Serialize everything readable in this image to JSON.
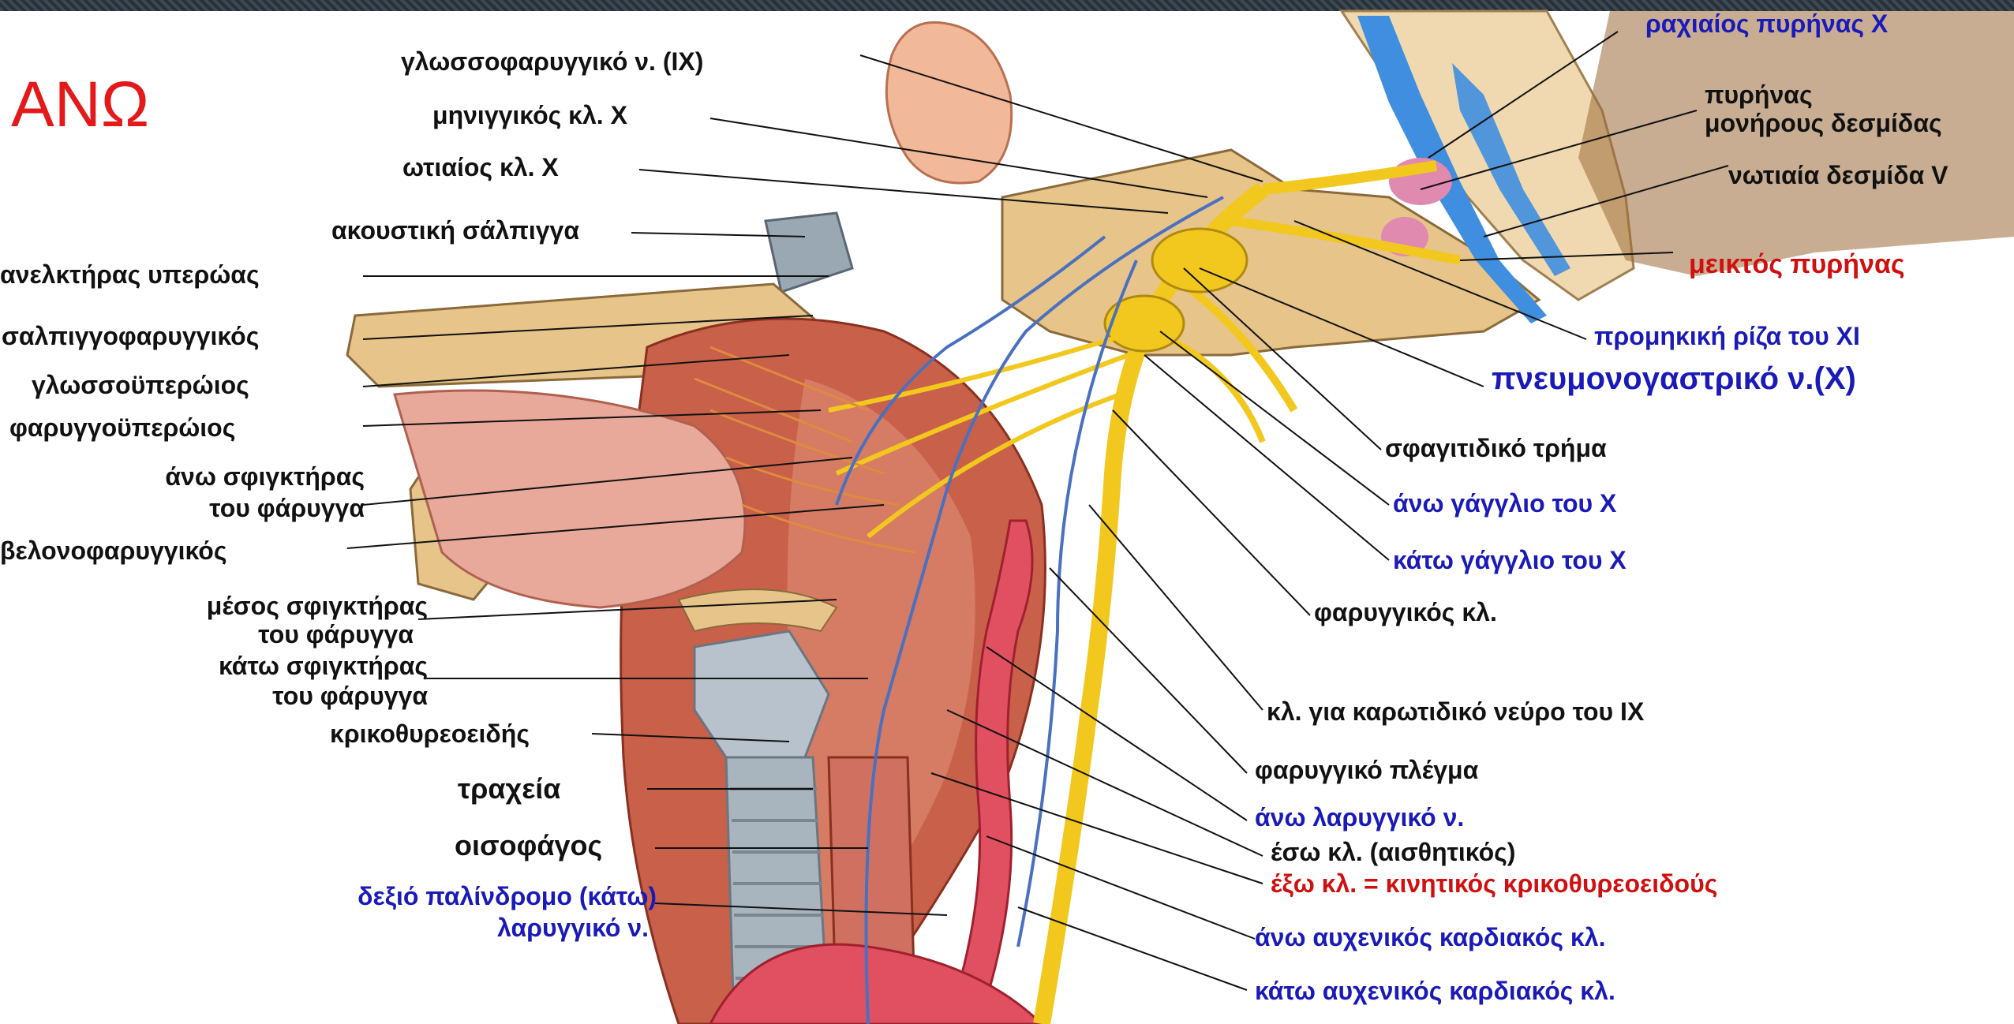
{
  "corner_label": "ΑΝΩ",
  "labels_left": {
    "glossopharyngeal": "γλωσσοφαρυγγικό ν. (IX)",
    "meningeal": "μηνιγγικός κλ. Χ",
    "auricular": "ωτιαίος κλ. Χ",
    "auditory_tube": "ακουστική σάλπιγγα",
    "levator_veli": "ανελκτήρας υπερώας",
    "salpingopharyngeus": "σαλπιγγοφαρυγγικός",
    "palatoglossus": "γλωσσοϋπερώιος",
    "palatopharyngeus": "φαρυγγοϋπερώιος",
    "sup_constrictor_1": "άνω σφιγκτήρας",
    "sup_constrictor_2": "του φάρυγγα",
    "stylopharyngeus": "βελονοφαρυγγικός",
    "mid_constrictor_1": "μέσος σφιγκτήρας",
    "mid_constrictor_2": "του φάρυγγα",
    "inf_constrictor_1": "κάτω σφιγκτήρας",
    "inf_constrictor_2": "του φάρυγγα",
    "cricothyroid": "κρικοθυρεοειδής",
    "trachea": "τραχεία",
    "esophagus": "οισοφάγος",
    "recurrent_1": "δεξιό παλίνδρομο (κάτω)",
    "recurrent_2": "λαρυγγικό ν."
  },
  "labels_right": {
    "dorsal_nucleus": "ραχιαίος πυρήνας Χ",
    "solitary_1": "πυρήνας",
    "solitary_2": "μονήρους δεσμίδας",
    "spinal_tract": "νωτιαία δεσμίδα V",
    "ambiguus": "μεικτός πυρήνας",
    "cranial_root": "προμηκική ρίζα του XI",
    "vagus": "πνευμονογαστρικό ν.(Χ)",
    "jugular_foramen": "σφαγιτιδικό τρήμα",
    "superior_ganglion": "άνω γάγγλιο του Χ",
    "inferior_ganglion": "κάτω γάγγλιο του Χ",
    "pharyngeal_branch": "φαρυγγικός κλ.",
    "carotid_branch": "κλ. για καρωτιδικό νεύρο του IX",
    "pharyngeal_plexus": "φαρυγγικό πλέγμα",
    "sup_laryngeal": "άνω λαρυγγικό ν.",
    "internal_branch": "έσω κλ. (αισθητικός)",
    "external_branch": "έξω κλ. = κινητικός κρικοθυρεοειδούς",
    "sup_cardiac": "άνω αυχενικός καρδιακός κλ.",
    "inf_cardiac": "κάτω αυχενικός καρδιακός κλ."
  }
}
